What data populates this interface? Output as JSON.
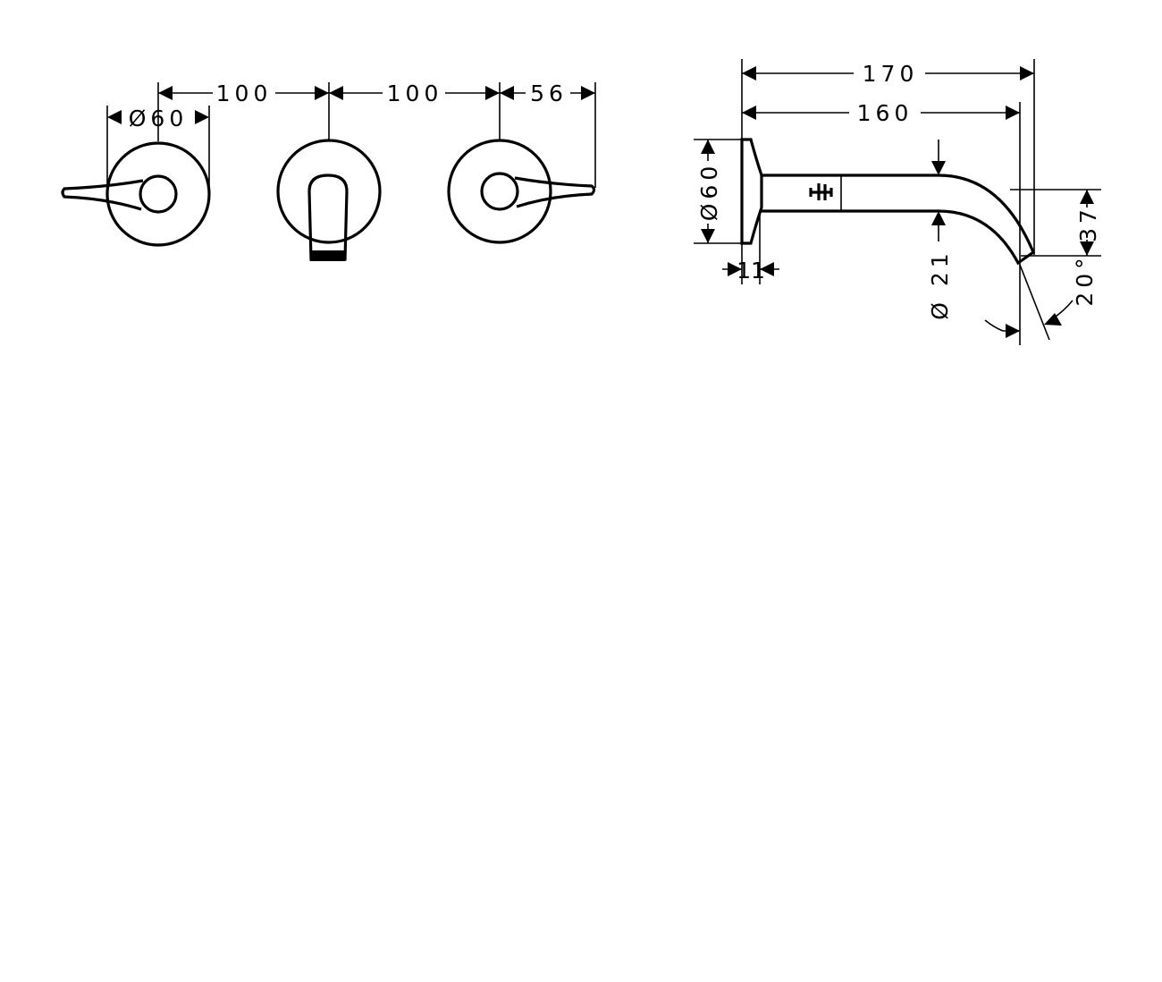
{
  "front_view": {
    "dims": {
      "spacing_left": "100",
      "spacing_right": "100",
      "lever_reach": "56",
      "rosette_diameter": "Ø60"
    }
  },
  "side_view": {
    "dims": {
      "overall_projection": "170",
      "spout_projection": "160",
      "rosette_diameter": "Ø60",
      "rosette_depth": "11",
      "spout_diameter": "Ø 21",
      "outlet_height": "37",
      "outlet_angle": "20°"
    }
  }
}
